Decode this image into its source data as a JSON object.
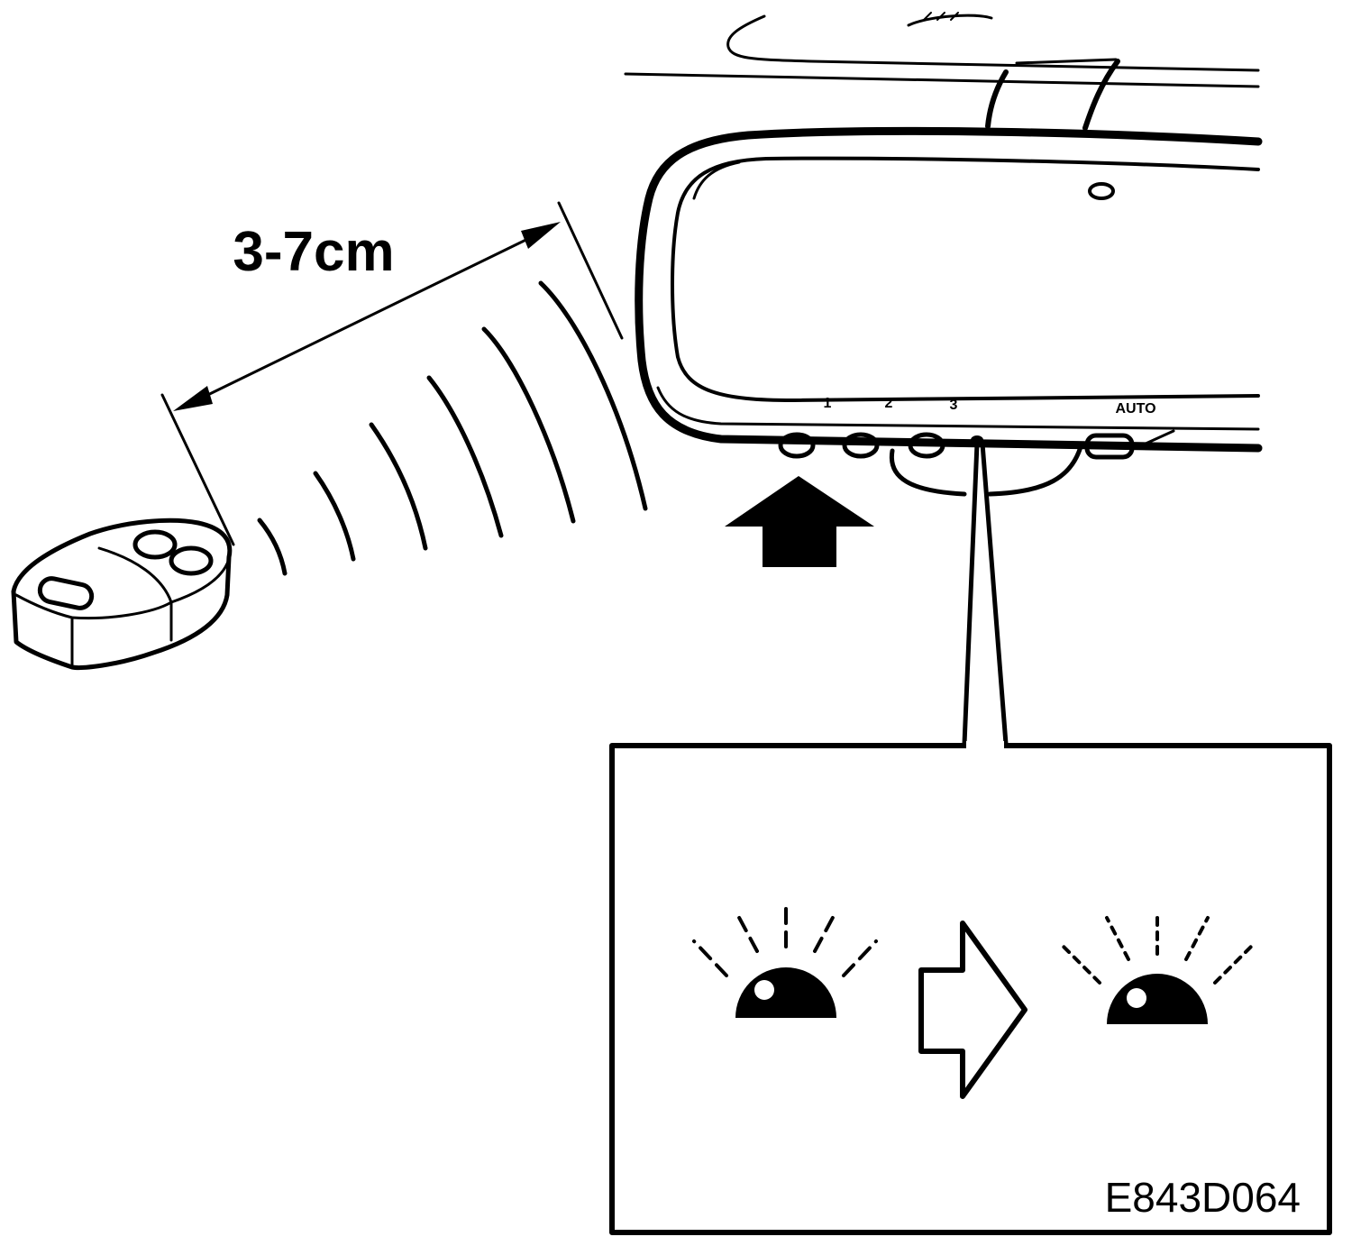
{
  "distance_label": "3-7cm",
  "mirror_buttons": {
    "button_1": "1",
    "button_2": "2",
    "button_3": "3",
    "auto": "AUTO"
  },
  "figure_code": "E843D064",
  "icons": {
    "remote": "garage-remote-icon",
    "signal": "signal-waves-icon",
    "push": "push-arrow-icon",
    "indicator_before": "indicator-lamp-flashing-slow-icon",
    "transition": "right-arrow-icon",
    "indicator_after": "indicator-lamp-flashing-fast-icon"
  },
  "colors": {
    "line": "#000000",
    "background": "#ffffff"
  }
}
